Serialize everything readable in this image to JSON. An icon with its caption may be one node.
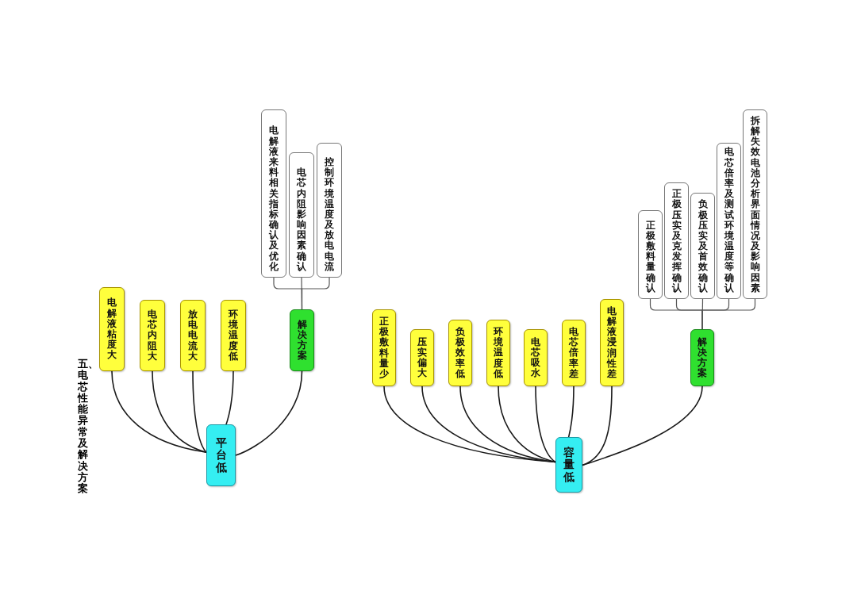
{
  "diagram": {
    "title": "五、电芯性能异常及解决方案",
    "nodes": [
      {
        "text": [
          "平台低"
        ]
      },
      {
        "text": [
          "电解液粘度大"
        ]
      },
      {
        "text": [
          "电芯内阻大"
        ]
      },
      {
        "text": [
          "放电电流大"
        ]
      },
      {
        "text": [
          "环境温度低"
        ]
      },
      {
        "text": [
          "解决方案"
        ]
      },
      {
        "text": [
          "电解液来料相关指标确认及优化"
        ]
      },
      {
        "text": [
          "电芯内阻影响因素确认"
        ]
      },
      {
        "text": [
          "控制环境温度及放电电流"
        ]
      },
      {
        "text": [
          "容量低"
        ]
      },
      {
        "text": [
          "正极敷料量少"
        ]
      },
      {
        "text": [
          "压实偏大"
        ]
      },
      {
        "text": [
          "负极效率低"
        ]
      },
      {
        "text": [
          "环境温度低"
        ]
      },
      {
        "text": [
          "电芯吸水"
        ]
      },
      {
        "text": [
          "电芯倍率差"
        ]
      },
      {
        "text": [
          "电解液浸润性差"
        ]
      },
      {
        "text": [
          "解决方案"
        ]
      },
      {
        "text": [
          "正极敷料量确认"
        ]
      },
      {
        "text": [
          "正极压实及克发挥确认"
        ]
      },
      {
        "text": [
          "负极压实及首效确认"
        ]
      },
      {
        "text": [
          "电芯倍率及测试环境温度等确认"
        ]
      },
      {
        "text": [
          "拆解失效电池分析界面情况及影响因素"
        ]
      }
    ],
    "edges": [
      {
        "from": 0,
        "to": 1,
        "arrow": "none"
      },
      {
        "from": 0,
        "to": 2,
        "arrow": "none"
      },
      {
        "from": 0,
        "to": 3,
        "arrow": "none"
      },
      {
        "from": 0,
        "to": 4,
        "arrow": "none"
      },
      {
        "from": 0,
        "to": 5,
        "arrow": "none"
      },
      {
        "from": 5,
        "to": 6,
        "arrow": "none"
      },
      {
        "from": 5,
        "to": 7,
        "arrow": "none"
      },
      {
        "from": 5,
        "to": 8,
        "arrow": "none"
      },
      {
        "from": 9,
        "to": 10,
        "arrow": "none"
      },
      {
        "from": 9,
        "to": 11,
        "arrow": "none"
      },
      {
        "from": 9,
        "to": 12,
        "arrow": "none"
      },
      {
        "from": 9,
        "to": 13,
        "arrow": "none"
      },
      {
        "from": 9,
        "to": 14,
        "arrow": "none"
      },
      {
        "from": 9,
        "to": 15,
        "arrow": "none"
      },
      {
        "from": 9,
        "to": 16,
        "arrow": "none"
      },
      {
        "from": 9,
        "to": 17,
        "arrow": "none"
      },
      {
        "from": 17,
        "to": 18,
        "arrow": "none"
      },
      {
        "from": 17,
        "to": 19,
        "arrow": "none"
      },
      {
        "from": 17,
        "to": 20,
        "arrow": "none"
      },
      {
        "from": 17,
        "to": 21,
        "arrow": "none"
      },
      {
        "from": 17,
        "to": 22,
        "arrow": "none"
      }
    ]
  }
}
